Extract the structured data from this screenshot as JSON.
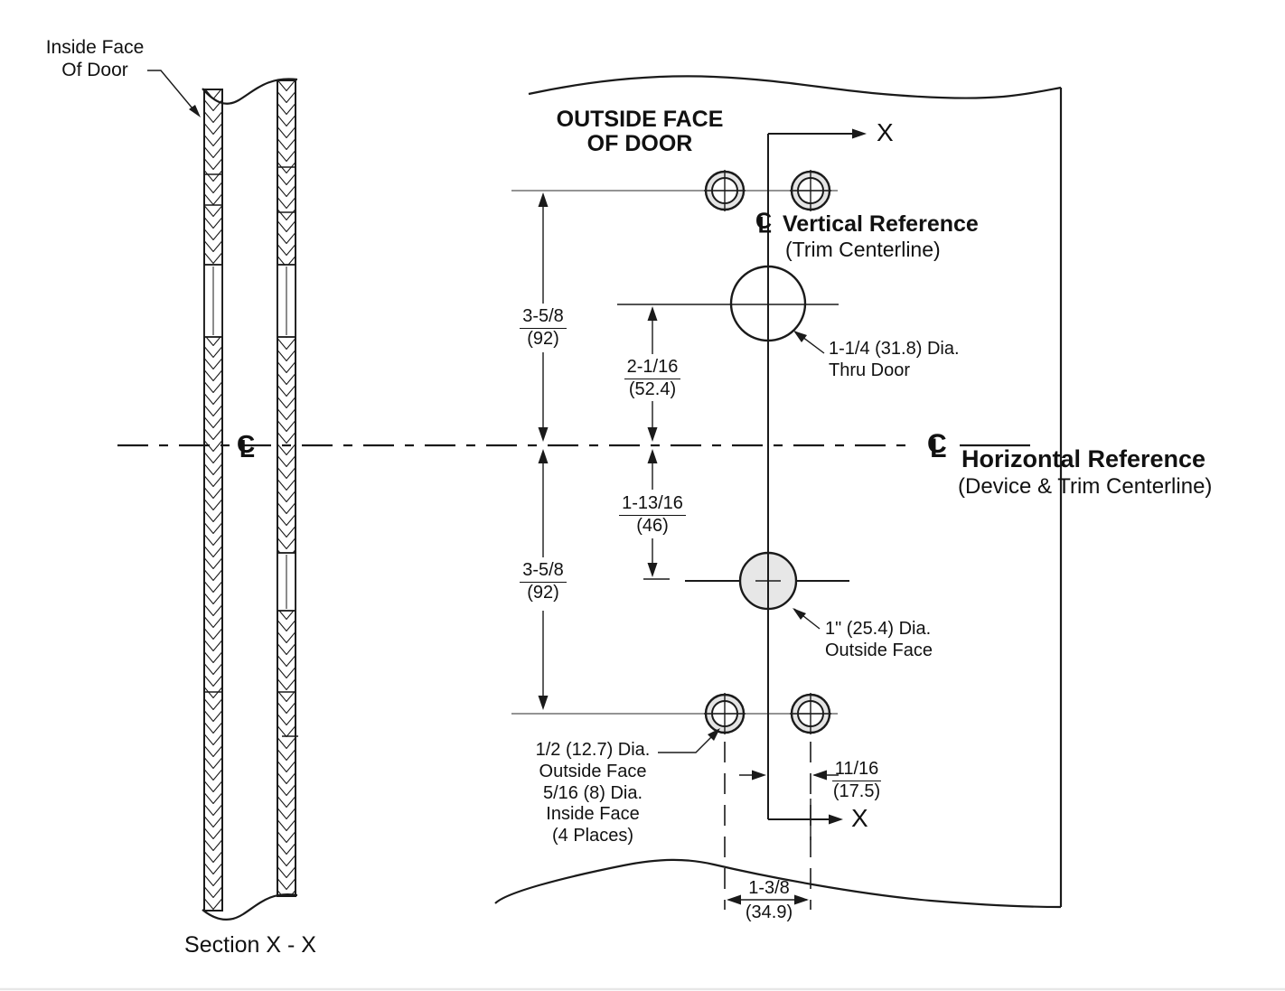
{
  "drawing": {
    "section_view": {
      "inside_face_callout": {
        "line1": "Inside Face",
        "line2": "Of Door"
      },
      "label": "Section X - X"
    },
    "template_view": {
      "header": {
        "line1": "OUTSIDE FACE",
        "line2": "OF DOOR"
      },
      "axis": {
        "top": "X",
        "bottom": "X"
      },
      "vertical_reference": {
        "title": "Vertical Reference",
        "subtitle": "(Trim Centerline)"
      },
      "horizontal_reference": {
        "title": "Horizontal Reference",
        "subtitle": "(Device & Trim Centerline)"
      },
      "callouts": {
        "thru_door": {
          "line1": "1-1/4 (31.8) Dia.",
          "line2": "Thru Door"
        },
        "outside_face_hole": {
          "line1": "1\" (25.4) Dia.",
          "line2": "Outside Face"
        },
        "mounting_holes": {
          "line1": "1/2 (12.7) Dia.",
          "line2": "Outside Face",
          "line3": "5/16 (8) Dia.",
          "line4": "Inside Face",
          "line5": "(4 Places)"
        }
      },
      "dimensions": {
        "top_row_to_centerline": {
          "imperial": "3-5/8",
          "metric": "(92)"
        },
        "thru_hole_to_centerline": {
          "imperial": "2-1/16",
          "metric": "(52.4)"
        },
        "centerline_to_outside_hole": {
          "imperial": "1-13/16",
          "metric": "(46)"
        },
        "centerline_to_bottom_row": {
          "imperial": "3-5/8",
          "metric": "(92)"
        },
        "centerline_to_hole_column": {
          "imperial": "11/16",
          "metric": "(17.5)"
        },
        "hole_column_spacing": {
          "imperial": "1-3/8",
          "metric": "(34.9)"
        }
      }
    },
    "centerline_symbol": {
      "c": "C",
      "l": "L"
    },
    "colors": {
      "line": "#1a1a1a",
      "hole_ring_fill": "#e4e4e4",
      "outside_hole_fill": "#e7e7e7",
      "extension_line": "#555555"
    }
  }
}
